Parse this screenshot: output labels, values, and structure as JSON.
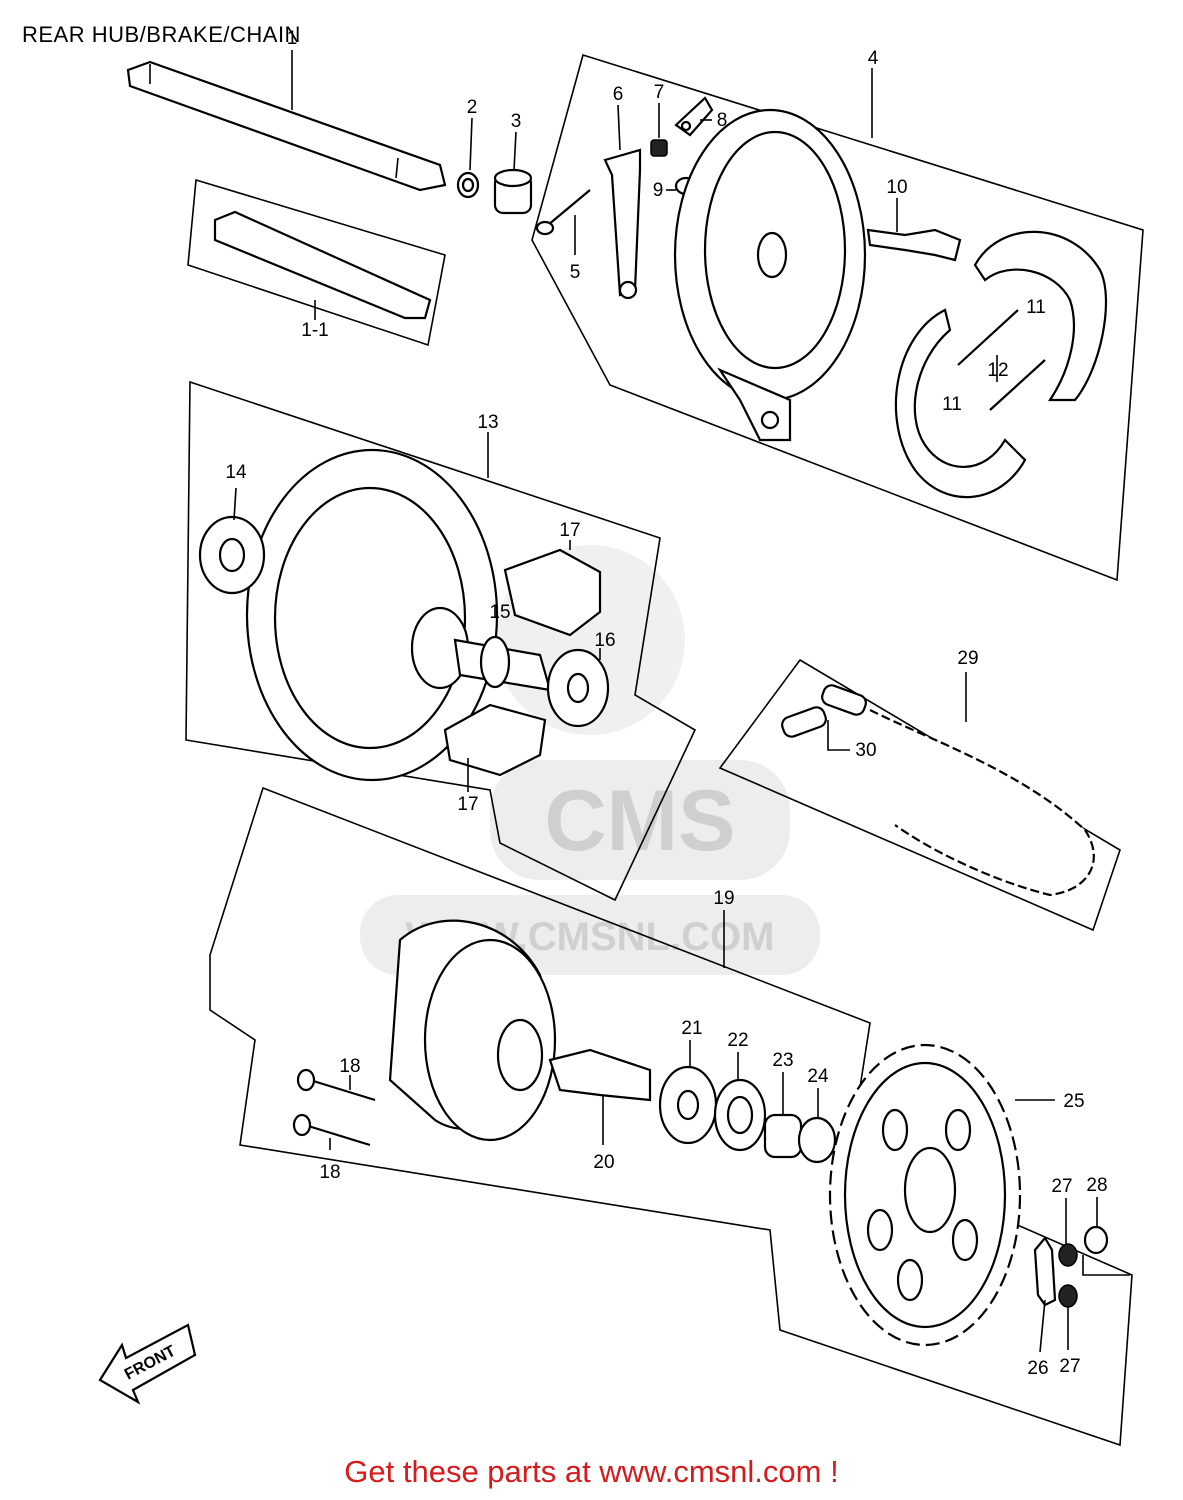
{
  "diagram_title": "REAR HUB/BRAKE/CHAIN",
  "footer_link_text": "Get these parts at www.cmsnl.com !",
  "watermark": {
    "logo_text": "CMS",
    "url_text": "WWW.CMSNL.COM"
  },
  "front_arrow_label": "FRONT",
  "part_labels": {
    "p1": "1",
    "p1_1": "1-1",
    "p2": "2",
    "p3": "3",
    "p4": "4",
    "p5": "5",
    "p6": "6",
    "p7": "7",
    "p8": "8",
    "p9": "9",
    "p10": "10",
    "p11a": "11",
    "p11b": "11",
    "p12": "12",
    "p13": "13",
    "p14": "14",
    "p15": "15",
    "p16": "16",
    "p17a": "17",
    "p17b": "17",
    "p18a": "18",
    "p18b": "18",
    "p19": "19",
    "p20": "20",
    "p21": "21",
    "p22": "22",
    "p23": "23",
    "p24": "24",
    "p25": "25",
    "p26": "26",
    "p27a": "27",
    "p27b": "27",
    "p28": "28",
    "p29": "29",
    "p30": "30"
  },
  "colors": {
    "footer": "#d41c1c",
    "watermark": "#e6e6e6",
    "ink": "#000000"
  }
}
